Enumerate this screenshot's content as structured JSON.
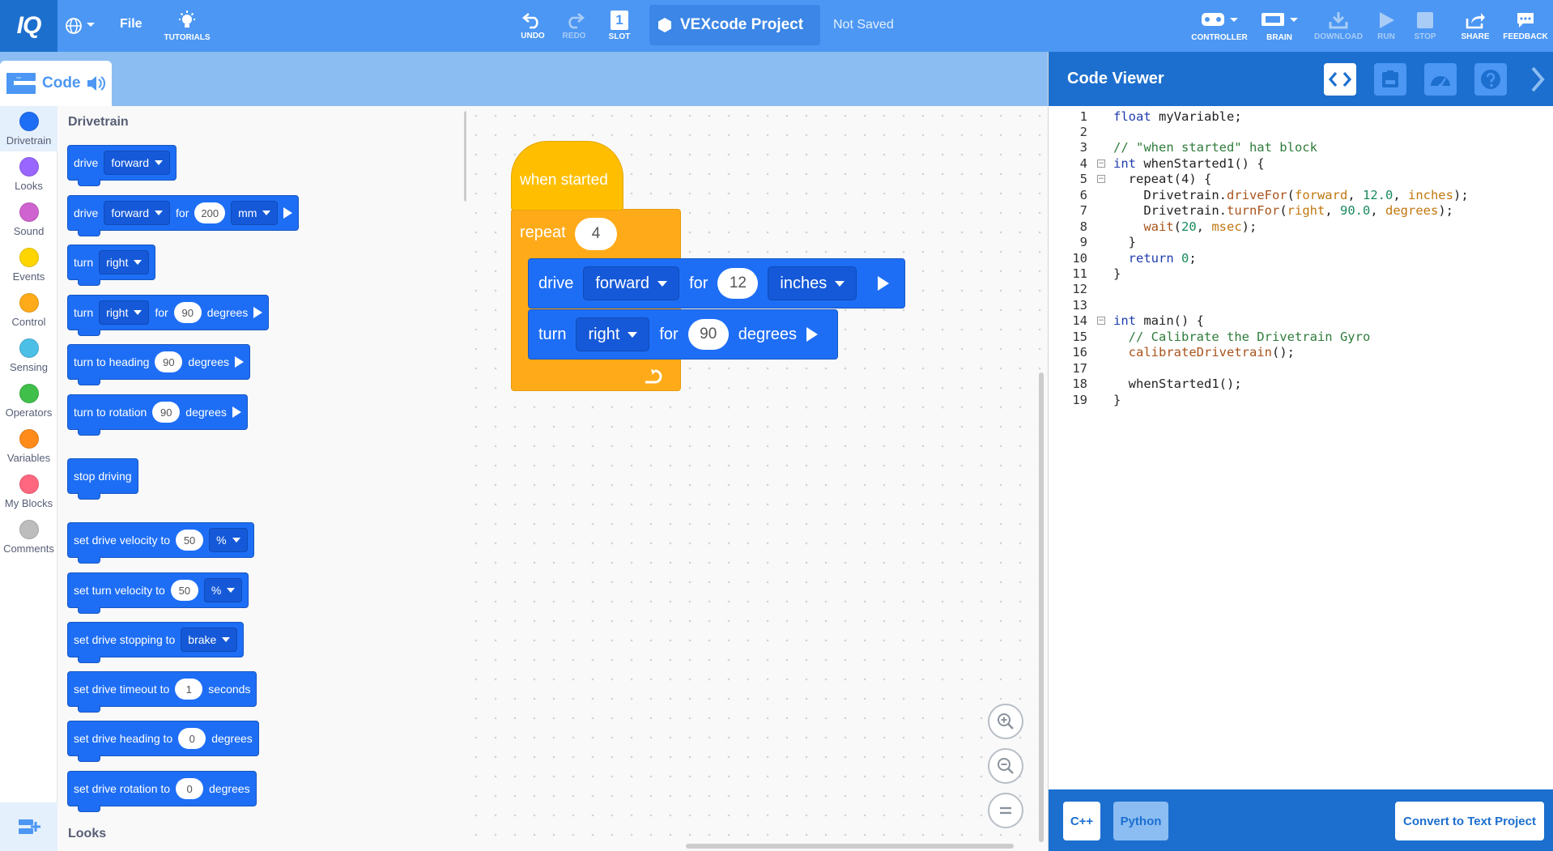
{
  "toolbar": {
    "logo": "IQ",
    "file": "File",
    "tutorials": "TUTORIALS",
    "undo": "UNDO",
    "redo": "REDO",
    "slot": "SLOT",
    "slot_number": "1",
    "project_name": "VEXcode Project",
    "save_status": "Not Saved",
    "controller": "CONTROLLER",
    "brain": "BRAIN",
    "download": "DOWNLOAD",
    "run": "RUN",
    "stop": "STOP",
    "share": "SHARE",
    "feedback": "FEEDBACK"
  },
  "tab": {
    "label": "Code"
  },
  "categories": [
    {
      "label": "Drivetrain",
      "color": "#1e6ef5"
    },
    {
      "label": "Looks",
      "color": "#9966ff"
    },
    {
      "label": "Sound",
      "color": "#cf63cf"
    },
    {
      "label": "Events",
      "color": "#ffd500"
    },
    {
      "label": "Control",
      "color": "#ffab19"
    },
    {
      "label": "Sensing",
      "color": "#4cbfe6"
    },
    {
      "label": "Operators",
      "color": "#40bf4a"
    },
    {
      "label": "Variables",
      "color": "#ff8c1a"
    },
    {
      "label": "My Blocks",
      "color": "#ff6680"
    },
    {
      "label": "Comments",
      "color": "#bdbdbd"
    }
  ],
  "palette": {
    "heading": "Drivetrain",
    "next_heading": "Looks",
    "b1": {
      "t1": "drive",
      "d1": "forward"
    },
    "b2": {
      "t1": "drive",
      "d1": "forward",
      "t2": "for",
      "v1": "200",
      "d2": "mm"
    },
    "b3": {
      "t1": "turn",
      "d1": "right"
    },
    "b4": {
      "t1": "turn",
      "d1": "right",
      "t2": "for",
      "v1": "90",
      "t3": "degrees"
    },
    "b5": {
      "t1": "turn to heading",
      "v1": "90",
      "t2": "degrees"
    },
    "b6": {
      "t1": "turn to rotation",
      "v1": "90",
      "t2": "degrees"
    },
    "b7": {
      "t1": "stop driving"
    },
    "b8": {
      "t1": "set drive velocity to",
      "v1": "50",
      "d1": "%"
    },
    "b9": {
      "t1": "set turn velocity to",
      "v1": "50",
      "d1": "%"
    },
    "b10": {
      "t1": "set drive stopping to",
      "d1": "brake"
    },
    "b11": {
      "t1": "set drive timeout to",
      "v1": "1",
      "t2": "seconds"
    },
    "b12": {
      "t1": "set drive heading to",
      "v1": "0",
      "t2": "degrees"
    },
    "b13": {
      "t1": "set drive rotation to",
      "v1": "0",
      "t2": "degrees"
    }
  },
  "script": {
    "hat": "when started",
    "repeat_label": "repeat",
    "repeat_count": "4",
    "drive": {
      "t1": "drive",
      "d1": "forward",
      "t2": "for",
      "v1": "12",
      "d2": "inches"
    },
    "turn": {
      "t1": "turn",
      "d1": "right",
      "t2": "for",
      "v1": "90",
      "t3": "degrees"
    }
  },
  "viewer": {
    "title": "Code Viewer",
    "cpp": "C++",
    "python": "Python",
    "convert": "Convert to Text Project",
    "lines": [
      {
        "n": "1",
        "fold": "",
        "parts": [
          [
            "kw",
            "float"
          ],
          [
            "id",
            " myVariable;"
          ]
        ]
      },
      {
        "n": "2",
        "fold": "",
        "parts": []
      },
      {
        "n": "3",
        "fold": "",
        "parts": [
          [
            "cm",
            "// \"when started\" hat block"
          ]
        ]
      },
      {
        "n": "4",
        "fold": "−",
        "parts": [
          [
            "kw",
            "int"
          ],
          [
            "id",
            " whenStarted1() {"
          ]
        ]
      },
      {
        "n": "5",
        "fold": "−",
        "parts": [
          [
            "id",
            "  repeat(4) {"
          ]
        ]
      },
      {
        "n": "6",
        "fold": "",
        "parts": [
          [
            "id",
            "    Drivetrain."
          ],
          [
            "fn",
            "driveFor"
          ],
          [
            "id",
            "("
          ],
          [
            "st",
            "forward"
          ],
          [
            "id",
            ", "
          ],
          [
            "nm",
            "12.0"
          ],
          [
            "id",
            ", "
          ],
          [
            "st",
            "inches"
          ],
          [
            "id",
            ");"
          ]
        ]
      },
      {
        "n": "7",
        "fold": "",
        "parts": [
          [
            "id",
            "    Drivetrain."
          ],
          [
            "fn",
            "turnFor"
          ],
          [
            "id",
            "("
          ],
          [
            "st",
            "right"
          ],
          [
            "id",
            ", "
          ],
          [
            "nm",
            "90.0"
          ],
          [
            "id",
            ", "
          ],
          [
            "st",
            "degrees"
          ],
          [
            "id",
            ");"
          ]
        ]
      },
      {
        "n": "8",
        "fold": "",
        "parts": [
          [
            "id",
            "    "
          ],
          [
            "fn",
            "wait"
          ],
          [
            "id",
            "("
          ],
          [
            "nm",
            "20"
          ],
          [
            "id",
            ", "
          ],
          [
            "st",
            "msec"
          ],
          [
            "id",
            ");"
          ]
        ]
      },
      {
        "n": "9",
        "fold": "",
        "parts": [
          [
            "id",
            "  }"
          ]
        ]
      },
      {
        "n": "10",
        "fold": "",
        "parts": [
          [
            "id",
            "  "
          ],
          [
            "kw",
            "return"
          ],
          [
            "id",
            " "
          ],
          [
            "nm",
            "0"
          ],
          [
            "id",
            ";"
          ]
        ]
      },
      {
        "n": "11",
        "fold": "",
        "parts": [
          [
            "id",
            "}"
          ]
        ]
      },
      {
        "n": "12",
        "fold": "",
        "parts": []
      },
      {
        "n": "13",
        "fold": "",
        "parts": []
      },
      {
        "n": "14",
        "fold": "−",
        "parts": [
          [
            "kw",
            "int"
          ],
          [
            "id",
            " main() {"
          ]
        ]
      },
      {
        "n": "15",
        "fold": "",
        "parts": [
          [
            "id",
            "  "
          ],
          [
            "cm",
            "// Calibrate the Drivetrain Gyro"
          ]
        ]
      },
      {
        "n": "16",
        "fold": "",
        "parts": [
          [
            "id",
            "  "
          ],
          [
            "fn",
            "calibrateDrivetrain"
          ],
          [
            "id",
            "();"
          ]
        ]
      },
      {
        "n": "17",
        "fold": "",
        "parts": []
      },
      {
        "n": "18",
        "fold": "",
        "parts": [
          [
            "id",
            "  whenStarted1();"
          ]
        ]
      },
      {
        "n": "19",
        "fold": "",
        "parts": [
          [
            "id",
            "}"
          ]
        ]
      }
    ]
  }
}
